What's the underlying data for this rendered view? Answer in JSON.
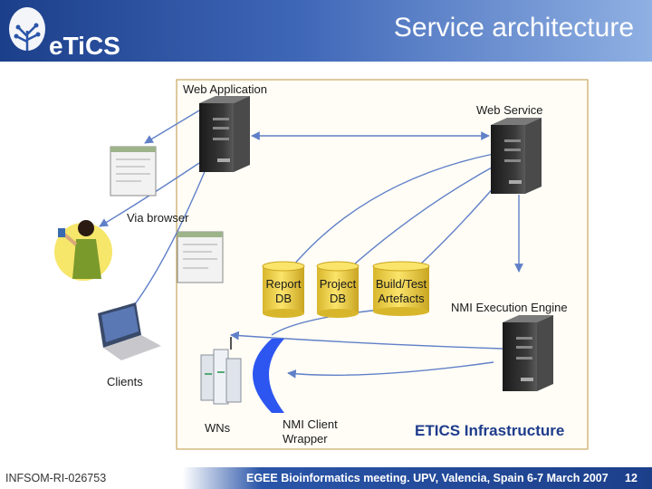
{
  "header": {
    "title": "Service architecture",
    "logo_text": "eTiCS"
  },
  "labels": {
    "web_application": "Web Application",
    "web_service": "Web Service",
    "via_browser": "Via browser",
    "report_db": "Report DB",
    "project_db": "Project DB",
    "build_test_artefacts": "Build/Test Artefacts",
    "nmi_execution_engine": "NMI Execution Engine",
    "clients": "Clients",
    "wns": "WNs",
    "nmi_client_wrapper": "NMI Client Wrapper",
    "etics_infrastructure": "ETICS Infrastructure"
  },
  "footer": {
    "left": "INFSOM-RI-026753",
    "center": "EGEE Bioinformatics meeting. UPV, Valencia, Spain 6-7 March 2007",
    "page": "12"
  },
  "colors": {
    "etics_infrastructure_text": "#1e3c8c",
    "arrow": "#6080c8",
    "panel_border": "#c8a860",
    "db_fill": "#f5d84a"
  },
  "icons": [
    "server-icon",
    "browser-window-icon",
    "user-with-phone-icon",
    "laptop-icon",
    "cluster-nodes-icon",
    "wrapper-shell-icon",
    "database-cylinder-icon"
  ]
}
